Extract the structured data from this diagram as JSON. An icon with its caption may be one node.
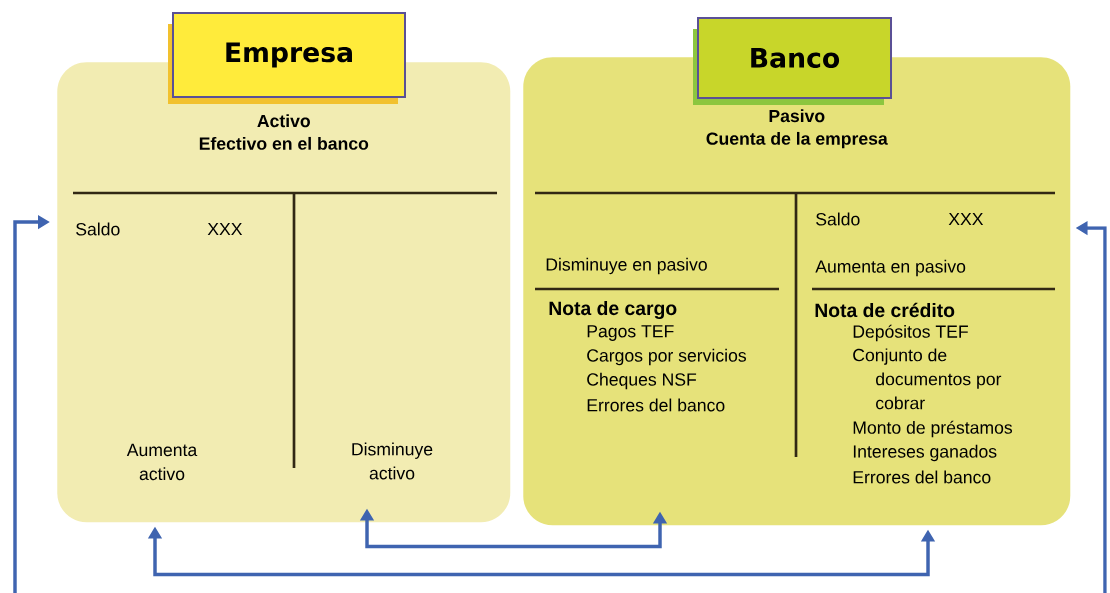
{
  "diagram": {
    "nodes": [
      {
        "text": [
          "Empresa"
        ]
      },
      {
        "text": [
          "Activo",
          "Efectivo en el banco"
        ]
      },
      {
        "text": [
          "Banco"
        ]
      },
      {
        "text": [
          "Pasivo",
          "Cuenta de la empresa"
        ]
      }
    ],
    "edges": [
      {
        "from": null,
        "to": 1,
        "arrow": "to"
      },
      {
        "from": null,
        "to": 3,
        "arrow": "to"
      },
      {
        "from": 1,
        "to": 3,
        "arrow": "both"
      },
      {
        "from": 1,
        "to": 3,
        "arrow": "both"
      }
    ],
    "labels": [
      "Saldo",
      "XXX",
      "Aumenta activo",
      "Disminuye activo",
      "Disminuye en pasivo",
      "Nota de cargo",
      "Pagos TEF",
      "Cargos por servicios",
      "Cheques NSF",
      "Errores del banco",
      "Saldo",
      "XXX",
      "Aumenta en pasivo",
      "Nota de crédito",
      "Depósitos TEF",
      "Conjunto de documentos por cobrar",
      "Monto de  préstamos",
      "Intereses ganados",
      "Errores del banco"
    ]
  }
}
